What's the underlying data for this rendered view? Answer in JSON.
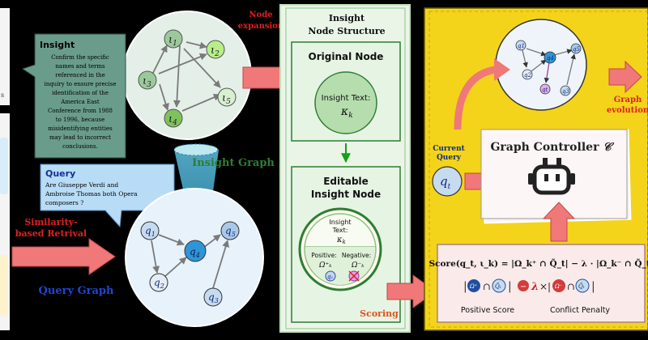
{
  "insight_box": {
    "title": "Insight",
    "lines": [
      "Confirm the specific",
      "names and terms",
      "referenced in the",
      "inquiry to ensure precise",
      "identification of the",
      "America East",
      "Conference from 1988",
      "to 1996, because",
      "misidentifying entities",
      "may lead to incorrect",
      "conclusions."
    ]
  },
  "query_box": {
    "title": "Query",
    "lines": [
      "Are Giuseppe Verdi and",
      "Ambroise Thomas both Opera",
      "composers ?"
    ]
  },
  "labels": {
    "insight_graph": "Insight Graph",
    "query_graph": "Query Graph",
    "similarity_1": "Similarity-",
    "similarity_2": "based Retrival",
    "node_expansion_1": "Node",
    "node_expansion_2": "expansion",
    "graph_evolution_1": "Graph",
    "graph_evolution_2": "evolution",
    "current_query_1": "Current",
    "current_query_2": "Query",
    "current_query_symbol": "q",
    "current_query_sub": "t"
  },
  "insight_nodes": [
    {
      "id": "i1",
      "label": "ι",
      "sub": "1"
    },
    {
      "id": "i2",
      "label": "ι",
      "sub": "2"
    },
    {
      "id": "i3",
      "label": "ι",
      "sub": "3"
    },
    {
      "id": "i4",
      "label": "ι",
      "sub": "4"
    },
    {
      "id": "i5",
      "label": "ι",
      "sub": "5"
    }
  ],
  "query_nodes": [
    {
      "id": "q1",
      "label": "q",
      "sub": "1"
    },
    {
      "id": "q2",
      "label": "q",
      "sub": "2"
    },
    {
      "id": "q3",
      "label": "q",
      "sub": "3"
    },
    {
      "id": "q4",
      "label": "q",
      "sub": "4"
    },
    {
      "id": "q5",
      "label": "q",
      "sub": "5"
    }
  ],
  "node_structure": {
    "title_1": "Insight",
    "title_2": "Node Structure",
    "original_title": "Original Node",
    "insight_text": "Insight Text:",
    "kappa": "κ",
    "kappa_sub": "k",
    "editable_title_1": "Editable",
    "editable_title_2": "Insight Node",
    "circle_insight": "Insight",
    "circle_text": "Text:",
    "positive": "Positive:",
    "negative": "Negative:",
    "scoring": "Scoring"
  },
  "controller": {
    "title": "Graph Controller",
    "symbol": "𝒞",
    "score_formula": "Score(q_t, ι_k) = |Ω_k⁺ ∩ Q̃_t| − λ · |Ω_k⁻ ∩ Q̃_t|",
    "positive_score": "Positive Score",
    "conflict_penalty": "Conflict Penalty",
    "lambda": "λ"
  },
  "mini_graph_nodes": [
    "q1",
    "q2",
    "q3",
    "q4",
    "q5",
    "qt"
  ],
  "colors": {
    "background": "#000000",
    "insight_box": "#6a9c8c",
    "query_box": "#b8dcf6",
    "red_arrow": "#f07878",
    "insight_green": "#2e7d32",
    "query_blue": "#2046d0",
    "panel_green_bg": "#eaf5e8",
    "panel_yellow": "#f3d41a",
    "score_box": "#faeaea"
  }
}
